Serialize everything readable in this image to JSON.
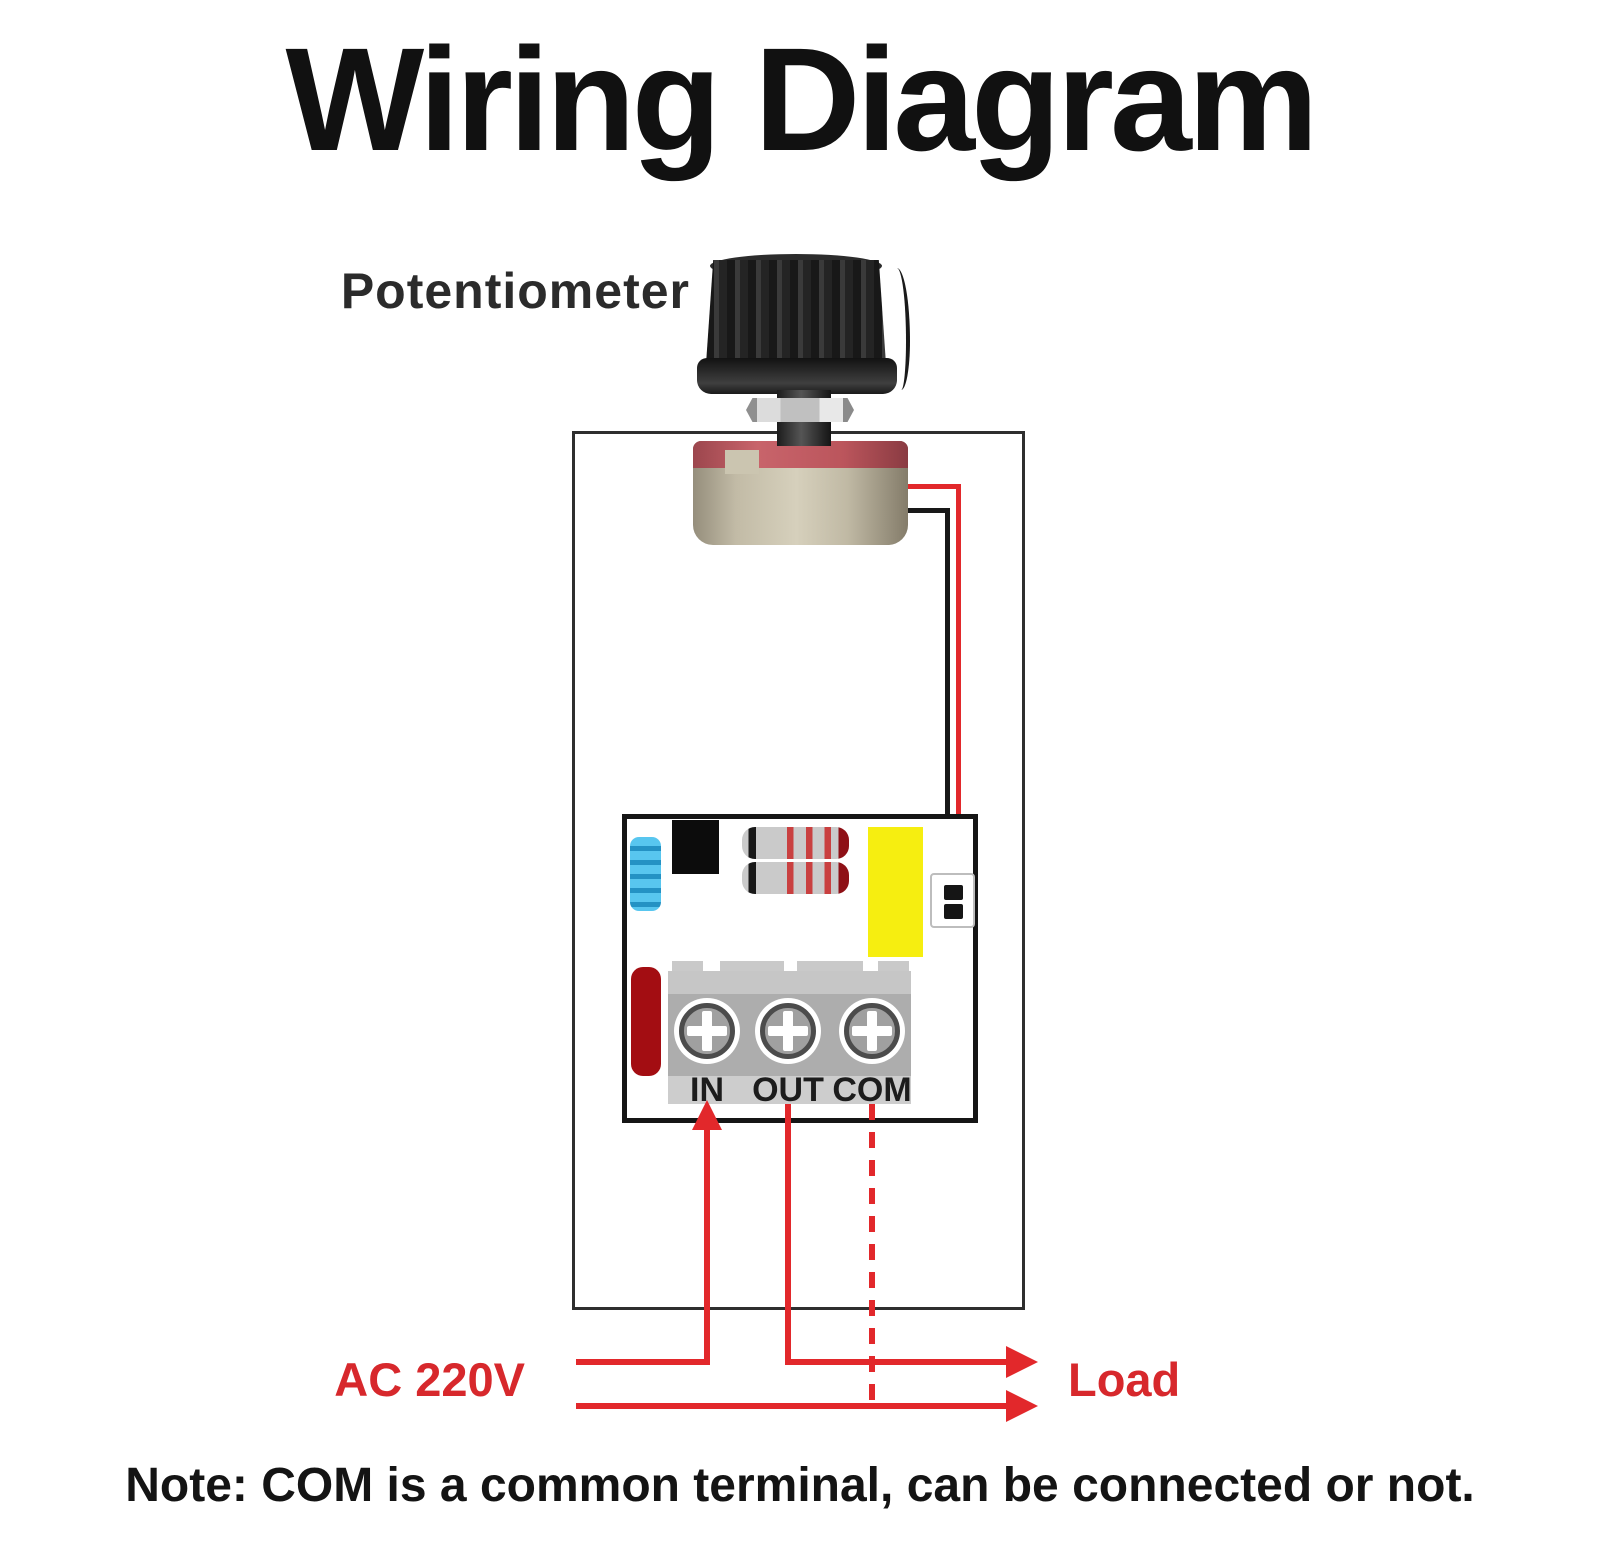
{
  "title": "Wiring Diagram",
  "labels": {
    "potentiometer": "Potentiometer",
    "ac_source": "AC 220V",
    "load": "Load",
    "note": "Note: COM is a common terminal, can be connected or not."
  },
  "terminals": [
    {
      "label": "IN"
    },
    {
      "label": "OUT"
    },
    {
      "label": "COM"
    }
  ],
  "colors": {
    "wire_red": "#e2282b",
    "wire_black": "#181818",
    "label_red": "#d7282c",
    "enclosure_border": "#2e2e2e",
    "board_border": "#151515",
    "capacitor_blue": "#58c6ef",
    "capacitor_yellow": "#f6ee10",
    "capacitor_dark_red": "#a30d12",
    "pot_band_red": "#bb555c",
    "pot_body_tan": "#d6d0bc",
    "knob_black": "#282828",
    "terminal_gray": "#adadad"
  }
}
